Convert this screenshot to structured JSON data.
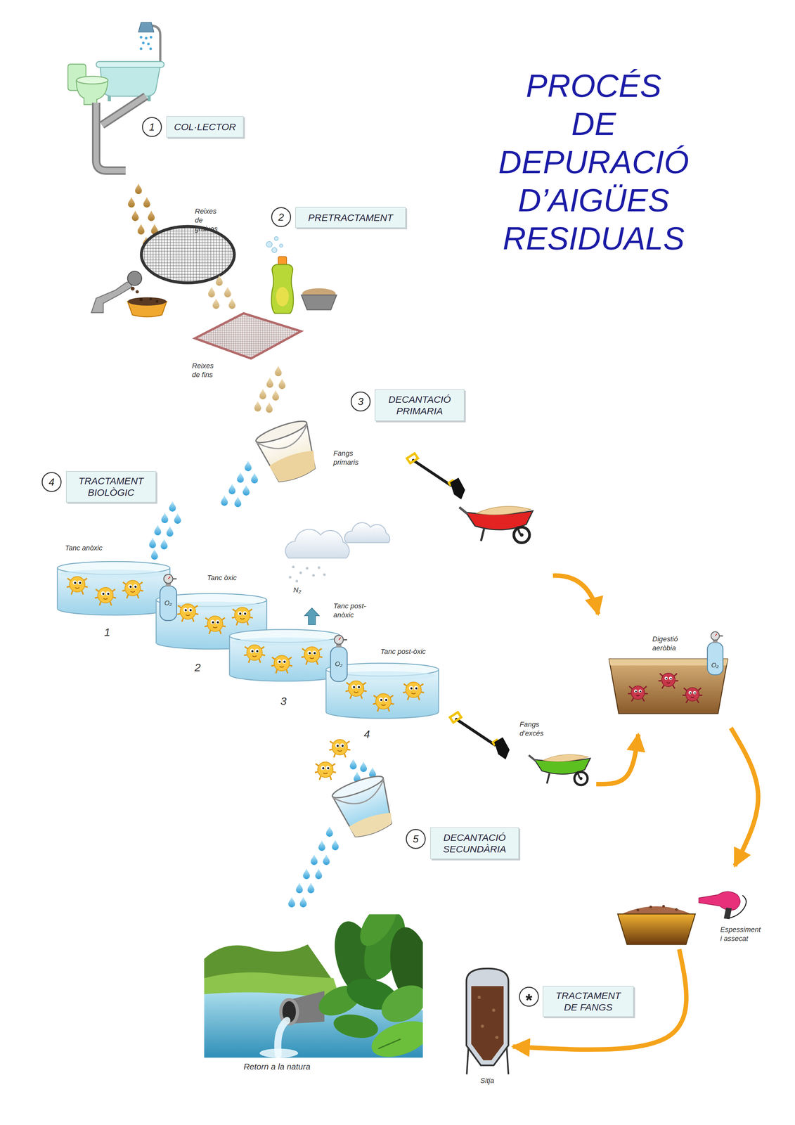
{
  "diagram": {
    "title": "PROCÉS DE DEPURACIÓ D’AIGÜES RESIDUALS",
    "nodes": [
      {
        "text": [
          "1"
        ]
      },
      {
        "text": [
          "COL·LECTOR"
        ]
      },
      {
        "text": [
          "2"
        ]
      },
      {
        "text": [
          "PRETRACTAMENT"
        ]
      },
      {
        "text": [
          "3"
        ]
      },
      {
        "text": [
          "DECANTACIÓ PRIMARIA"
        ]
      },
      {
        "text": [
          "4"
        ]
      },
      {
        "text": [
          "TRACTAMENT BIOLÒGIC"
        ]
      },
      {
        "text": [
          "Digestió aeròbia"
        ]
      },
      {
        "text": [
          "Fangs d’excés"
        ]
      },
      {
        "text": [
          "5"
        ]
      },
      {
        "text": [
          "DECANTACIÓ SECUNDÀRIA"
        ]
      },
      {
        "text": [
          "Espessiment i assecat"
        ]
      },
      {
        "text": [
          "Sitja"
        ]
      },
      {
        "text": [
          "*"
        ]
      },
      {
        "text": [
          "TRACTAMENT DE FANGS"
        ]
      }
    ],
    "edges": [
      {
        "from": 9,
        "to": 8,
        "arrow": "to"
      },
      {
        "from": 8,
        "to": 12,
        "arrow": "to"
      },
      {
        "from": 12,
        "to": 13,
        "arrow": "to"
      }
    ],
    "labels": [
      "Reixes de gruixos",
      "Reixes de fins",
      "Fangs primaris",
      "Tanc anòxic",
      "O₂",
      "Tanc òxic",
      "N₂",
      "Tanc post-anòxic",
      "1",
      "2",
      "3",
      "Tanc post-òxic",
      "O₂",
      "4",
      "O₂",
      "Retorn a la natura"
    ]
  }
}
